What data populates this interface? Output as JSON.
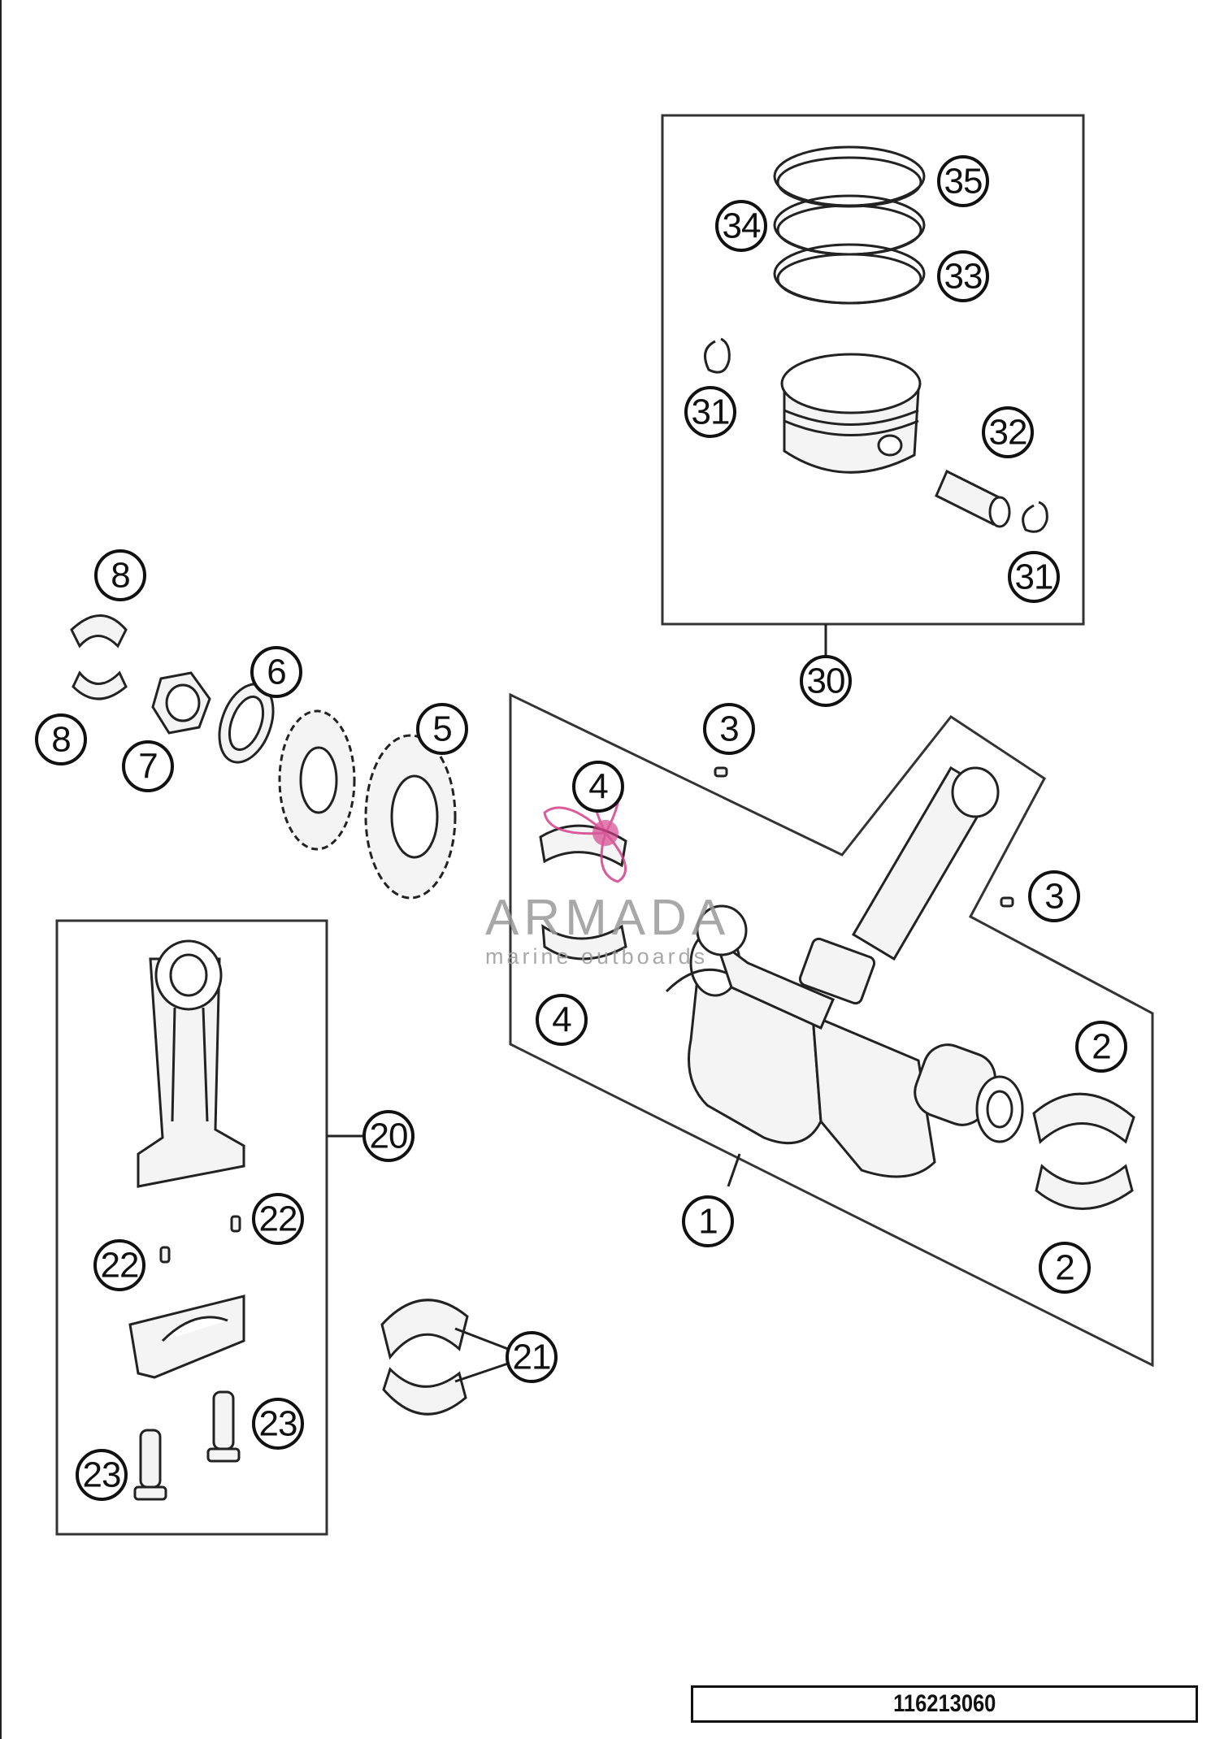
{
  "diagram": {
    "callouts": {
      "c1": "1",
      "c2a": "2",
      "c2b": "2",
      "c3a": "3",
      "c3b": "3",
      "c4a": "4",
      "c4b": "4",
      "c5": "5",
      "c6": "6",
      "c7": "7",
      "c8a": "8",
      "c8b": "8",
      "c20": "20",
      "c21": "21",
      "c22a": "22",
      "c22b": "22",
      "c23a": "23",
      "c23b": "23",
      "c30": "30",
      "c31a": "31",
      "c31b": "31",
      "c32": "32",
      "c33": "33",
      "c34": "34",
      "c35": "35"
    },
    "watermark": {
      "brand": "ARMADA",
      "tagline": "marine outboards",
      "accent_color": "#d4408a"
    },
    "part_number": "116213060"
  }
}
